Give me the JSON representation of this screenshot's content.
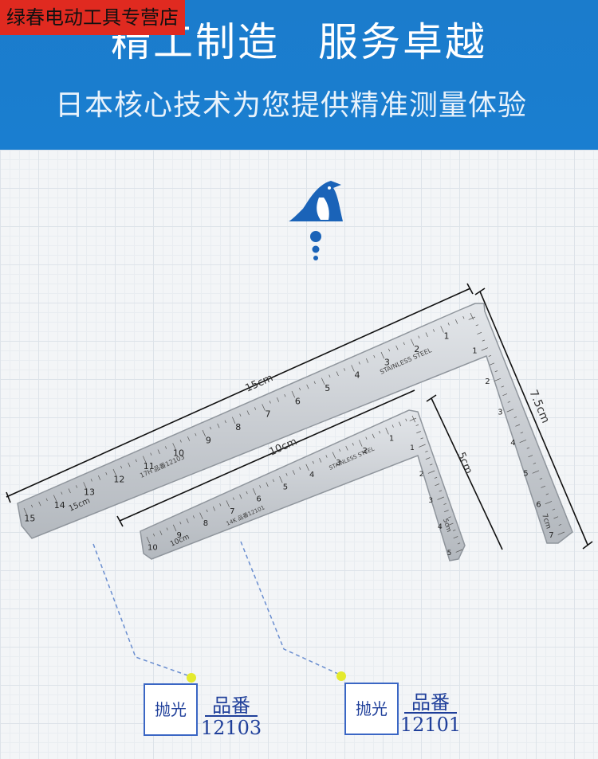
{
  "shop_name": "绿春电动工具专营店",
  "banner": {
    "headline_left": "精工制造",
    "headline_right": "服务卓越",
    "subline": "日本核心技术为您提供精准测量体验"
  },
  "colors": {
    "banner_blue": "#1a7ed0",
    "shop_tag_red": "#e02a20",
    "label_blue": "#1f3f9a",
    "dot_yellow": "#e4ea2e"
  },
  "icons": {
    "logo": "penguin-logo-icon"
  },
  "rulers": {
    "large": {
      "length_label": "15cm",
      "height_label": "7.5cm",
      "material": "STAINLESS STEEL",
      "stamp": "17H 品番12103",
      "end_mark": "15cm",
      "side_end_mark": "7cm",
      "long_numbers": [
        "15",
        "14",
        "13",
        "12",
        "11",
        "10",
        "9",
        "8",
        "7",
        "6",
        "5",
        "4",
        "3",
        "2",
        "1"
      ],
      "short_numbers": [
        "1",
        "2",
        "3",
        "4",
        "5",
        "6",
        "7"
      ]
    },
    "small": {
      "length_label": "10cm",
      "height_label": "5cm",
      "material": "STAINLESS STEEL",
      "stamp": "14K 品番12101",
      "end_mark": "10cm",
      "side_end_mark": "5cm",
      "long_numbers": [
        "10",
        "9",
        "8",
        "7",
        "6",
        "5",
        "4",
        "3",
        "2",
        "1"
      ],
      "short_numbers": [
        "1",
        "2",
        "3",
        "4",
        "5"
      ]
    }
  },
  "products": [
    {
      "finish": "抛光",
      "title": "品番",
      "code": "12103"
    },
    {
      "finish": "抛光",
      "title": "品番",
      "code": "12101"
    }
  ]
}
